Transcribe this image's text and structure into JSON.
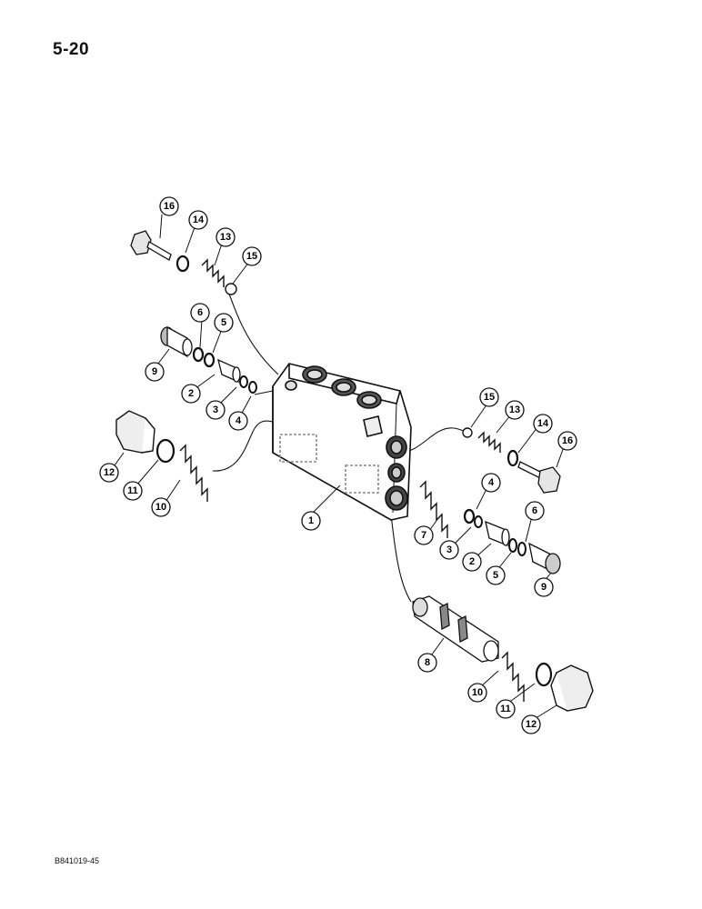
{
  "page": {
    "page_number": "5-20",
    "figure_code": "B841019-45"
  },
  "diagram": {
    "subject": "valve-body-exploded-view",
    "callouts": [
      {
        "id": "c16a",
        "label": "16"
      },
      {
        "id": "c14a",
        "label": "14"
      },
      {
        "id": "c13a",
        "label": "13"
      },
      {
        "id": "c15a",
        "label": "15"
      },
      {
        "id": "c6a",
        "label": "6"
      },
      {
        "id": "c5a",
        "label": "5"
      },
      {
        "id": "c9a",
        "label": "9"
      },
      {
        "id": "c2a",
        "label": "2"
      },
      {
        "id": "c3a",
        "label": "3"
      },
      {
        "id": "c4a",
        "label": "4"
      },
      {
        "id": "c12a",
        "label": "12"
      },
      {
        "id": "c11a",
        "label": "11"
      },
      {
        "id": "c10a",
        "label": "10"
      },
      {
        "id": "c1",
        "label": "1"
      },
      {
        "id": "c15b",
        "label": "15"
      },
      {
        "id": "c13b",
        "label": "13"
      },
      {
        "id": "c14b",
        "label": "14"
      },
      {
        "id": "c16b",
        "label": "16"
      },
      {
        "id": "c4b",
        "label": "4"
      },
      {
        "id": "c6b",
        "label": "6"
      },
      {
        "id": "c7",
        "label": "7"
      },
      {
        "id": "c3b",
        "label": "3"
      },
      {
        "id": "c2b",
        "label": "2"
      },
      {
        "id": "c5b",
        "label": "5"
      },
      {
        "id": "c9b",
        "label": "9"
      },
      {
        "id": "c8",
        "label": "8"
      },
      {
        "id": "c10b",
        "label": "10"
      },
      {
        "id": "c11b",
        "label": "11"
      },
      {
        "id": "c12b",
        "label": "12"
      }
    ]
  }
}
